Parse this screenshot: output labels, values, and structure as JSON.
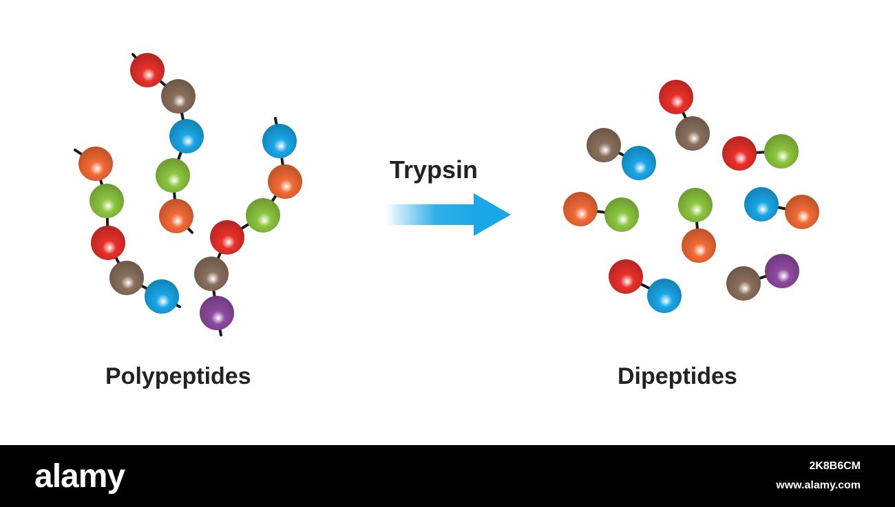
{
  "labels": {
    "left": "Polypeptides",
    "right": "Dipeptides",
    "enzyme": "Trypsin"
  },
  "footer": {
    "logo": "alamy",
    "image_id": "2K8B6CM",
    "url": "www.alamy.com"
  },
  "colors": {
    "red": "#e8302a",
    "brown": "#8a6f5c",
    "blue": "#19a6e6",
    "green": "#8cc63f",
    "orange": "#f26a35",
    "purple": "#8e4aa0",
    "arrow": "#1aa7e8",
    "bond": "#1a1a1a",
    "footer_bg": "#000000"
  },
  "molecules": {
    "polypeptides": [
      [
        "red",
        "brown",
        "blue",
        "green",
        "orange"
      ],
      [
        "orange",
        "green",
        "red",
        "brown",
        "blue"
      ],
      [
        "blue",
        "orange",
        "green",
        "red",
        "brown",
        "purple"
      ]
    ],
    "dipeptides": [
      [
        "red",
        "brown"
      ],
      [
        "brown",
        "blue"
      ],
      [
        "red",
        "green"
      ],
      [
        "orange",
        "green"
      ],
      [
        "green",
        "orange"
      ],
      [
        "blue",
        "orange"
      ],
      [
        "red",
        "blue"
      ],
      [
        "brown",
        "purple"
      ]
    ]
  }
}
